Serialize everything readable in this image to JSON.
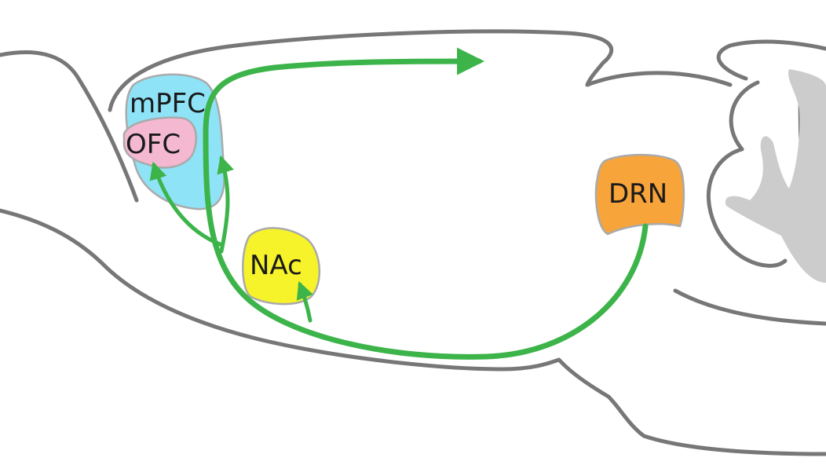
{
  "regions": {
    "mpfc": {
      "label": "mPFC",
      "color": "#8ee3f7"
    },
    "ofc": {
      "label": "OFC",
      "color": "#f4b8d0"
    },
    "nac": {
      "label": "NAc",
      "color": "#f7f32a"
    },
    "drn": {
      "label": "DRN",
      "color": "#f7a43a"
    }
  },
  "colors": {
    "outline": "#777777",
    "cerebellum_fill": "#cccccc",
    "pathway": "#3cb44a",
    "region_border": "#aaaaaa"
  },
  "pathways": [
    {
      "from": "DRN",
      "to": "cortex"
    },
    {
      "from": "DRN",
      "to": "mPFC"
    },
    {
      "from": "DRN",
      "to": "OFC"
    },
    {
      "from": "DRN",
      "to": "NAc"
    }
  ]
}
